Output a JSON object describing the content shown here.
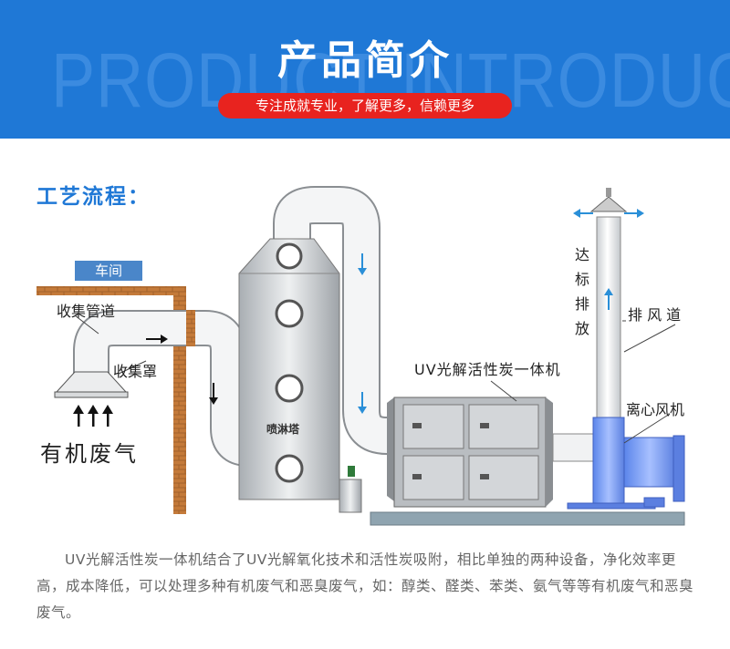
{
  "header": {
    "bg_text": "PRODUCT INTRODUCTION",
    "title": "产品简介",
    "tagline": "专注成就专业，了解更多，信赖更多"
  },
  "section": {
    "title": "工艺流程："
  },
  "labels": {
    "workshop": "车间",
    "collect_pipe": "收集管道",
    "collect_hood": "收集罩",
    "organic_gas": "有机废气",
    "spray_tower": "喷淋塔",
    "uv_unit": "UV光解活性炭一体机",
    "exhaust_duct": "排 风 道",
    "stack_text": [
      "达",
      "标",
      "排",
      "放"
    ],
    "centrifugal_fan": "离心风机"
  },
  "colors": {
    "brand_blue": "#1f78d6",
    "accent_red": "#e8231f",
    "fan_blue": "#6f96f2",
    "arrow_blue": "#2a8fd8"
  },
  "description": "UV光解活性炭一体机结合了UV光解氧化技术和活性炭吸附，相比单独的两种设备，净化效率更高，成本降低，可以处理多种有机废气和恶臭废气，如：醇类、醛类、苯类、氨气等等有机废气和恶臭废气。"
}
